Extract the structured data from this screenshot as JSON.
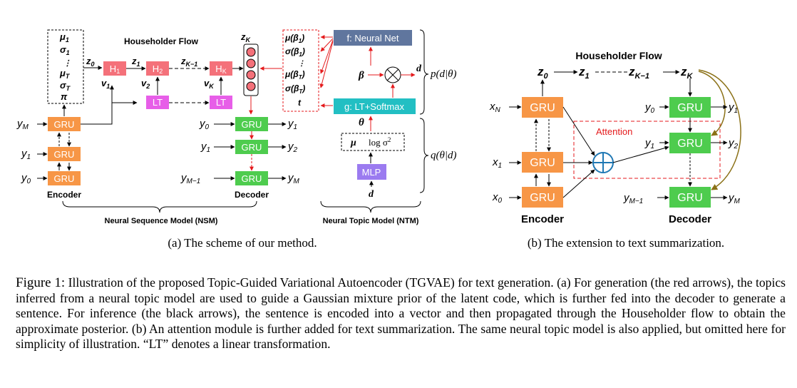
{
  "colors": {
    "gru": "#f79646",
    "householder": "#f4717a",
    "lt": "#e75ee8",
    "decoder_gru": "#4ecc4e",
    "neural_net": "#60769e",
    "lt_softmax": "#22bfc3",
    "mlp": "#9b7bf0",
    "red_arrow": "#e41a1c",
    "attention_arc": "#8b7117",
    "attention_plus": "#1f78b4"
  },
  "panel_a": {
    "householder_flow_title": "Householder Flow",
    "encoder_label": "Encoder",
    "decoder_label": "Decoder",
    "gru": "GRU",
    "lt": "LT",
    "h1": "H",
    "h1_sub": "1",
    "h2": "H",
    "h2_sub": "2",
    "hk": "H",
    "hk_sub": "K",
    "zk": "z",
    "zk_sub": "K",
    "z0": "z",
    "z0_sub": "0",
    "z1": "z",
    "z1_sub": "1",
    "zk1": "z",
    "zk1_sub": "K−1",
    "v1": "v",
    "v1_sub": "1",
    "v2": "v",
    "v2_sub": "2",
    "vk": "v",
    "vk_sub": "K",
    "enc_inputs": [
      {
        "base": "y",
        "sub": "M"
      },
      {
        "base": "y",
        "sub": "1"
      },
      {
        "base": "y",
        "sub": "0"
      }
    ],
    "dec_inputs": [
      {
        "base": "y",
        "sub": "0"
      },
      {
        "base": "y",
        "sub": "1"
      },
      {
        "base": "y",
        "sub": "M−1"
      }
    ],
    "dec_outputs": [
      {
        "base": "y",
        "sub": "1"
      },
      {
        "base": "y",
        "sub": "2"
      },
      {
        "base": "y",
        "sub": "M"
      }
    ],
    "mixture_params": [
      {
        "base": "μ",
        "sub": "1"
      },
      {
        "base": "σ",
        "sub": "1"
      },
      {
        "base": "μ",
        "sub": "T"
      },
      {
        "base": "σ",
        "sub": "T"
      },
      {
        "base": "π",
        "sub": ""
      }
    ],
    "topic_params": [
      {
        "base": "μ(β",
        "sub": "1",
        "tail": ")"
      },
      {
        "base": "σ(β",
        "sub": "1",
        "tail": ")"
      },
      {
        "base": "μ(β",
        "sub": "T",
        "tail": ")"
      },
      {
        "base": "σ(β",
        "sub": "T",
        "tail": ")"
      },
      {
        "base": "t",
        "sub": "",
        "tail": ""
      }
    ],
    "neural_net": "f: Neural Net",
    "lt_softmax": "g: LT+Softmax",
    "mlp": "MLP",
    "beta": "β",
    "theta": "θ",
    "d": "d",
    "mu": "μ",
    "log_sigma": "log σ",
    "log_sigma_sup": "2",
    "p_label": "p(d|θ)",
    "q_label": "q(θ|d)",
    "nsm_label": "Neural Sequence Model (NSM)",
    "ntm_label": "Neural Topic Model (NTM)",
    "subcaption": "(a)  The scheme of our method."
  },
  "panel_b": {
    "householder_flow_title": "Householder Flow",
    "encoder_label": "Encoder",
    "decoder_label": "Decoder",
    "attention_label": "Attention",
    "gru": "GRU",
    "z0": "z",
    "z0_sub": "0",
    "z1": "z",
    "z1_sub": "1",
    "zk1": "z",
    "zk1_sub": "K−1",
    "zk": "z",
    "zk_sub": "K",
    "enc_inputs": [
      {
        "base": "x",
        "sub": "N"
      },
      {
        "base": "x",
        "sub": "1"
      },
      {
        "base": "x",
        "sub": "0"
      }
    ],
    "dec_inputs": [
      {
        "base": "y",
        "sub": "0"
      },
      {
        "base": "y",
        "sub": "1"
      },
      {
        "base": "y",
        "sub": "M−1"
      }
    ],
    "dec_outputs": [
      {
        "base": "y",
        "sub": "1"
      },
      {
        "base": "y",
        "sub": "2"
      },
      {
        "base": "y",
        "sub": "M"
      }
    ],
    "subcaption": "(b)  The extension to text summarization."
  },
  "caption": {
    "lead": "Figure 1:",
    "text": " Illustration of the proposed Topic-Guided Variational Autoencoder (TGVAE) for text generation. (a) For generation (the red arrows), the topics inferred from a neural topic model are used to guide a Gaussian mixture prior of the latent code, which is further fed into the decoder to generate a sentence. For inference (the black arrows), the sentence is encoded into a vector and then propagated through the Householder flow to obtain the approximate posterior. (b) An attention module is further added for text summarization. The same neural topic model is also applied, but omitted here for simplicity of illustration. “LT” denotes a linear transformation."
  }
}
